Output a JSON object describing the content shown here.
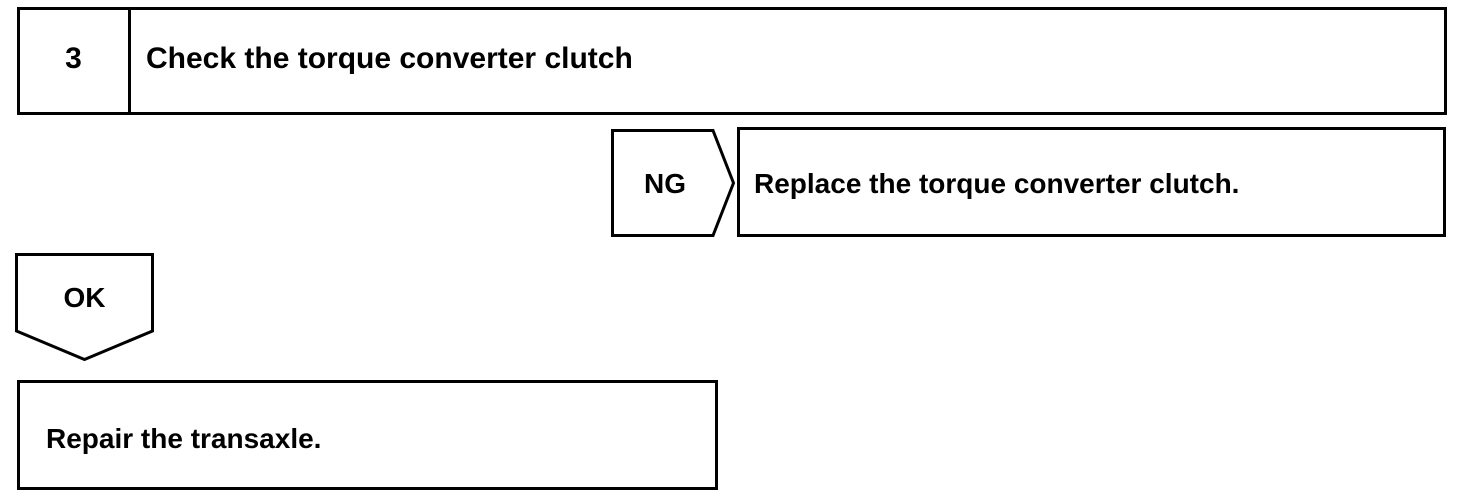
{
  "step": {
    "number": "3",
    "title": "Check the torque converter clutch"
  },
  "ng_branch": {
    "tag": "NG",
    "action": "Replace the torque converter clutch."
  },
  "ok_branch": {
    "tag": "OK",
    "action": "Repair the transaxle."
  }
}
